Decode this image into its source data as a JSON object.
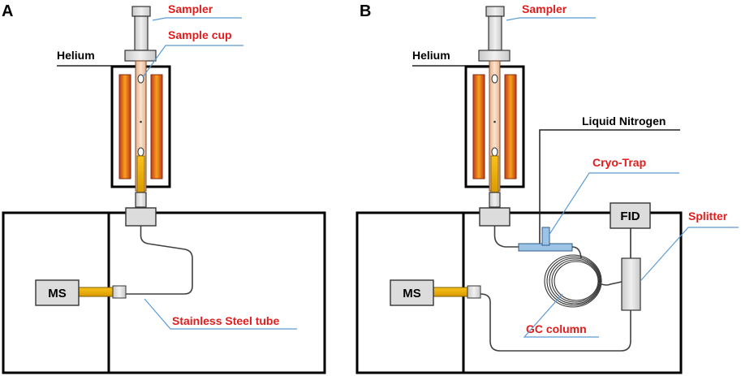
{
  "panels": {
    "a": {
      "letter": "A",
      "sampler_label": "Sampler",
      "sample_cup_label": "Sample cup",
      "helium_label": "Helium",
      "ms_label": "MS",
      "tube_label": "Stainless Steel tube"
    },
    "b": {
      "letter": "B",
      "sampler_label": "Sampler",
      "helium_label": "Helium",
      "liquid_nitrogen_label": "Liquid Nitrogen",
      "cryo_trap_label": "Cryo-Trap",
      "fid_label": "FID",
      "splitter_label": "Splitter",
      "ms_label": "MS",
      "gc_column_label": "GC column"
    }
  },
  "colors": {
    "label_red": "#e31b1b",
    "callout_blue": "#5b9bd5",
    "heater_orange": "#f39200",
    "heater_dark": "#c0391b",
    "transfer_yellow": "#f0b400",
    "cryo_blue": "#9dc3e6"
  }
}
